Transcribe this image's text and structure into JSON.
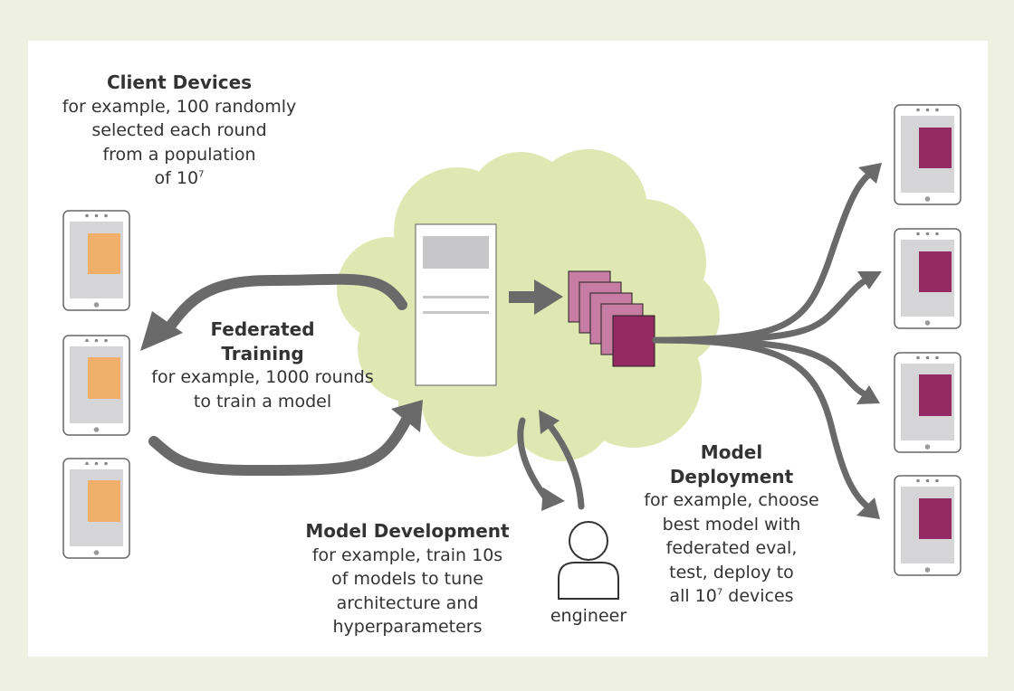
{
  "client_devices": {
    "title": "Client Devices",
    "lines": [
      "for example, 100 randomly",
      "selected each round",
      "from a population",
      "of 10"
    ],
    "superscript": "7"
  },
  "federated_training": {
    "title_line1": "Federated",
    "title_line2": "Training",
    "lines": [
      "for example, 1000 rounds",
      "to train a model"
    ]
  },
  "model_development": {
    "title": "Model Development",
    "lines": [
      "for example, train 10s",
      "of models to tune",
      "architecture and",
      "hyperparameters"
    ]
  },
  "model_deployment": {
    "title_line1": "Model",
    "title_line2": "Deployment",
    "lines": [
      "for example, choose",
      "best model with",
      "federated eval,",
      "test, deploy to"
    ],
    "last_line_prefix": "all 10",
    "superscript": "7",
    "last_line_suffix": " devices"
  },
  "engineer": {
    "label": "engineer"
  },
  "colors": {
    "background": "#eef0e2",
    "panel": "#ffffff",
    "cloud": "#dfe8b3",
    "arrow": "#6a6a6a",
    "client_model": "#f0b06a",
    "model_stack_light": "#c67ca3",
    "model_final": "#932a62",
    "device_frame": "#666666",
    "device_screen": "#d5d5d7",
    "server_bar": "#c6c6c8"
  },
  "icons": [
    "tablet-icon",
    "server-document-icon",
    "model-stack-icon",
    "engineer-icon",
    "cloud-shape"
  ]
}
